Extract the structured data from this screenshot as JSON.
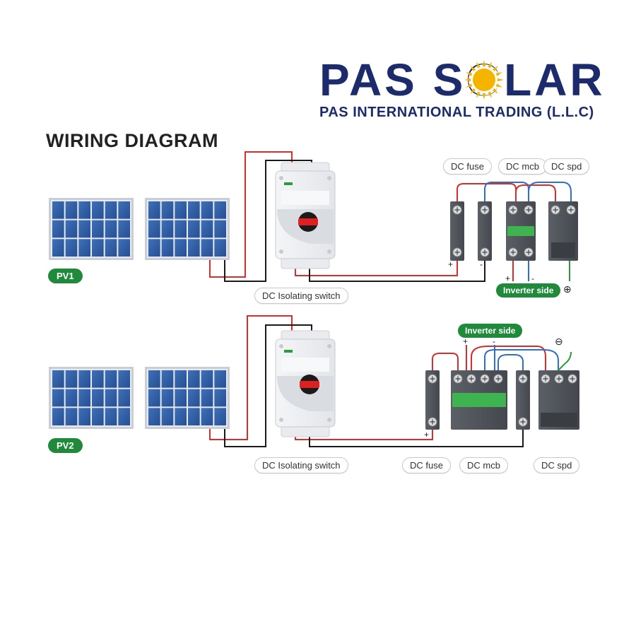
{
  "brand": {
    "title": "PAS SOLAR",
    "subtitle": "PAS INTERNATIONAL TRADING (L.L.C)",
    "colors": {
      "navy": "#1c2b6b",
      "sun": "#f5b400"
    }
  },
  "diagram_title": "WIRING DIAGRAM",
  "colors": {
    "wire_positive": "#d62d2d",
    "wire_negative": "#1a1a1a",
    "wire_blue": "#2e6fc8",
    "wire_green": "#2a9d3a",
    "tag_green": "#1f8a3a",
    "panel_blue": "#2f5ea8"
  },
  "upper_system": {
    "pv_label": "PV1",
    "switch_label": "DC Isolating switch",
    "device_labels": [
      "DC fuse",
      "DC mcb",
      "DC spd"
    ],
    "inverter_label": "Inverter side",
    "polarity": {
      "plus": "+",
      "minus": "-",
      "ground": "⊕"
    }
  },
  "lower_system": {
    "pv_label": "PV2",
    "switch_label": "DC Isolating switch",
    "device_labels": [
      "DC fuse",
      "DC mcb",
      "DC spd"
    ],
    "inverter_label": "Inverter side",
    "polarity": {
      "plus": "+",
      "minus": "-",
      "ground": "⊖"
    }
  },
  "icons": [
    "solar-panel-icon",
    "isolator-switch-icon",
    "dc-fuse-icon",
    "dc-mcb-icon",
    "dc-spd-icon",
    "ground-symbol-icon"
  ]
}
